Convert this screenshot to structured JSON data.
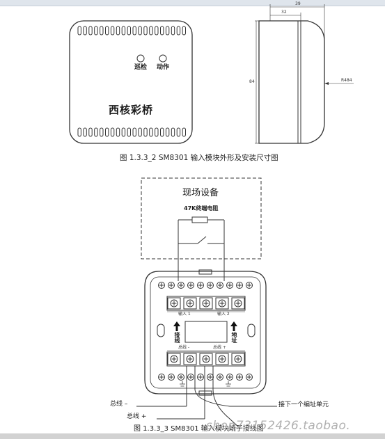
{
  "figure1": {
    "logo_text": "西核彩桥",
    "led_patrol": "巡检",
    "led_action": "动作",
    "dim_width_outer": "39",
    "dim_width_inner": "32",
    "dim_height": "84",
    "dim_radius": "R484",
    "caption": "图 1.3.3_2   SM8301 输入模块外形及安装尺寸图"
  },
  "figure2": {
    "site_device_title": "现场设备",
    "resistor_label": "47K终端电阻",
    "input1_label": "输入 1",
    "input2_label": "输入 2",
    "side_left_label": "接线",
    "side_right_label": "地址",
    "bus_terminal_left": "总线 -",
    "bus_terminal_right": "总线 +",
    "bus_minus": "总线 –",
    "bus_plus": "总线 +",
    "next_unit": "接下一个编址单元",
    "caption": "图 1.3.3_3   SM8301 输入模块端子接线图"
  },
  "watermark": "shop73152426.taobao."
}
